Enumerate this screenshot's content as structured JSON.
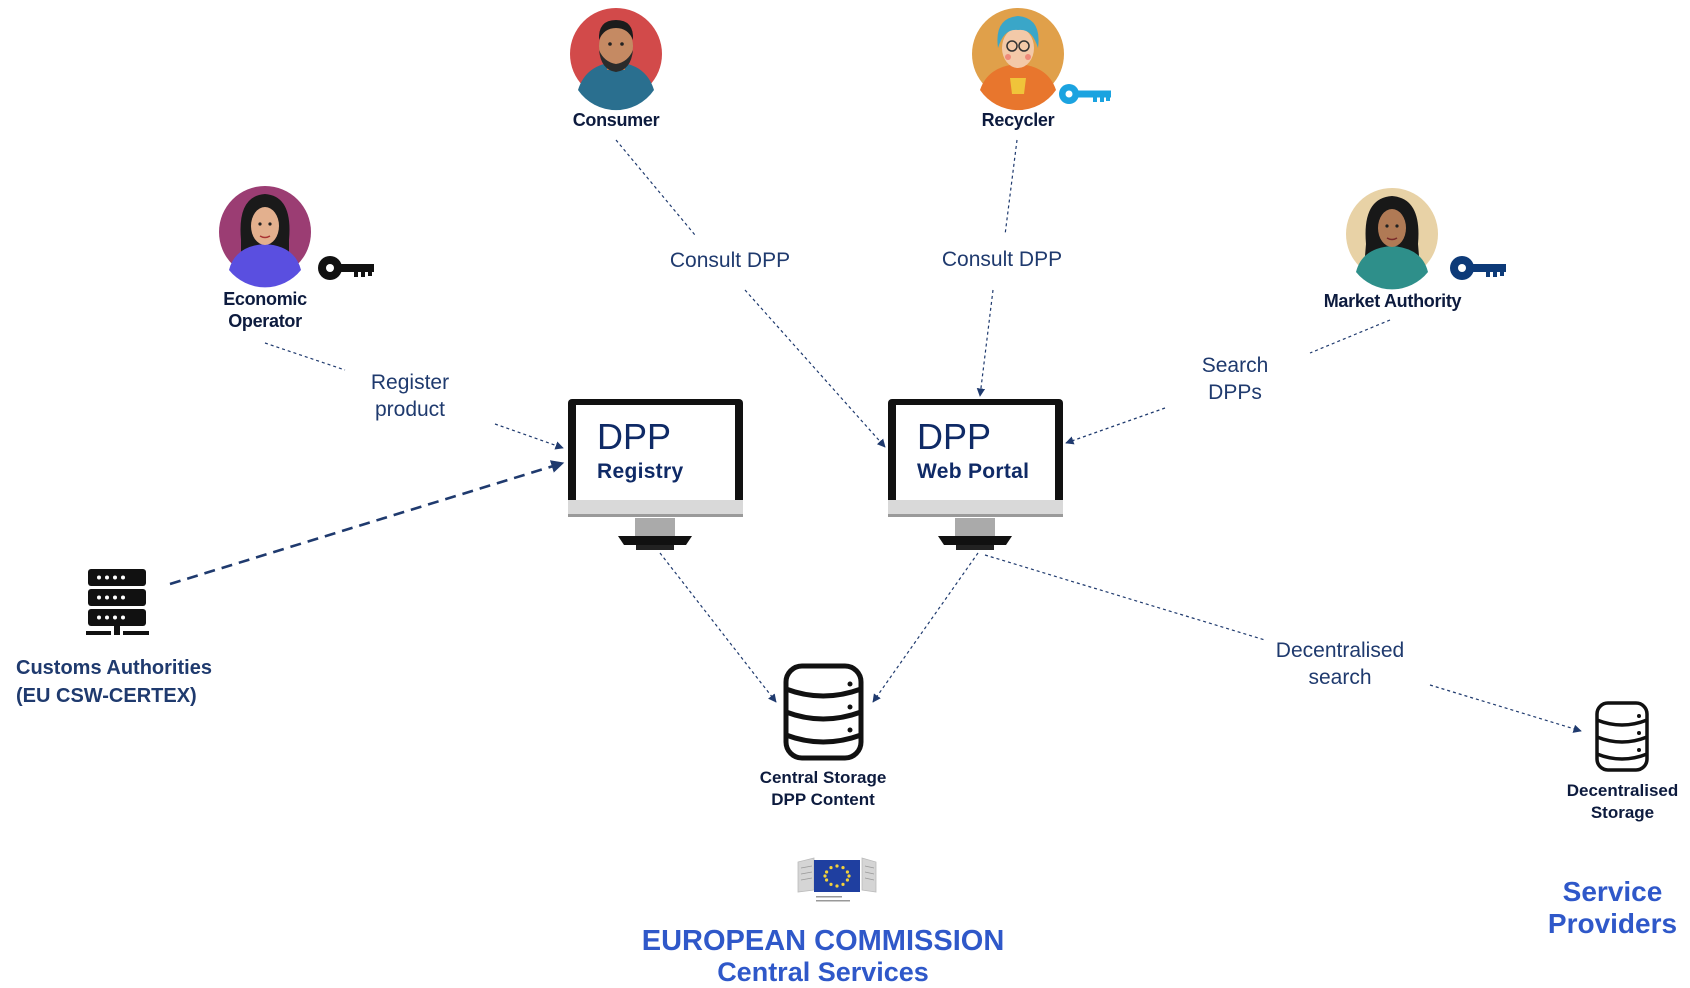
{
  "actors": {
    "consumer": "Consumer",
    "recycler": "Recycler",
    "economic_operator_line1": "Economic",
    "economic_operator_line2": "Operator",
    "market_authority": "Market Authority"
  },
  "edges": {
    "consult_dpp_consumer": "Consult DPP",
    "consult_dpp_recycler": "Consult DPP",
    "register_line1": "Register",
    "register_line2": "product",
    "search_line1": "Search",
    "search_line2": "DPPs",
    "decentralised_search_line1": "Decentralised",
    "decentralised_search_line2": "search"
  },
  "monitors": {
    "registry": {
      "title": "DPP",
      "subtitle": "Registry"
    },
    "web_portal": {
      "title": "DPP",
      "subtitle": "Web Portal"
    }
  },
  "storage": {
    "central_line1": "Central Storage",
    "central_line2": "DPP Content",
    "decentralised_line1": "Decentralised",
    "decentralised_line2": "Storage"
  },
  "customs": {
    "line1": "Customs Authorities",
    "line2": "(EU CSW-CERTEX)"
  },
  "groups": {
    "ec_line1": "EUROPEAN COMMISSION",
    "ec_line2": "Central Services",
    "sp_line1": "Service",
    "sp_line2": "Providers"
  },
  "icons": [
    "person-avatar-icon",
    "key-icon",
    "computer-monitor-icon",
    "database-icon",
    "server-rack-icon",
    "eu-commission-logo-icon"
  ],
  "colors": {
    "arrow": "#1f3a6e",
    "label_dark": "#0d1b3e",
    "group_blue": "#2f58c9",
    "key_black": "#111111",
    "key_blue": "#1ba3e0",
    "key_navy": "#0d3a78"
  }
}
